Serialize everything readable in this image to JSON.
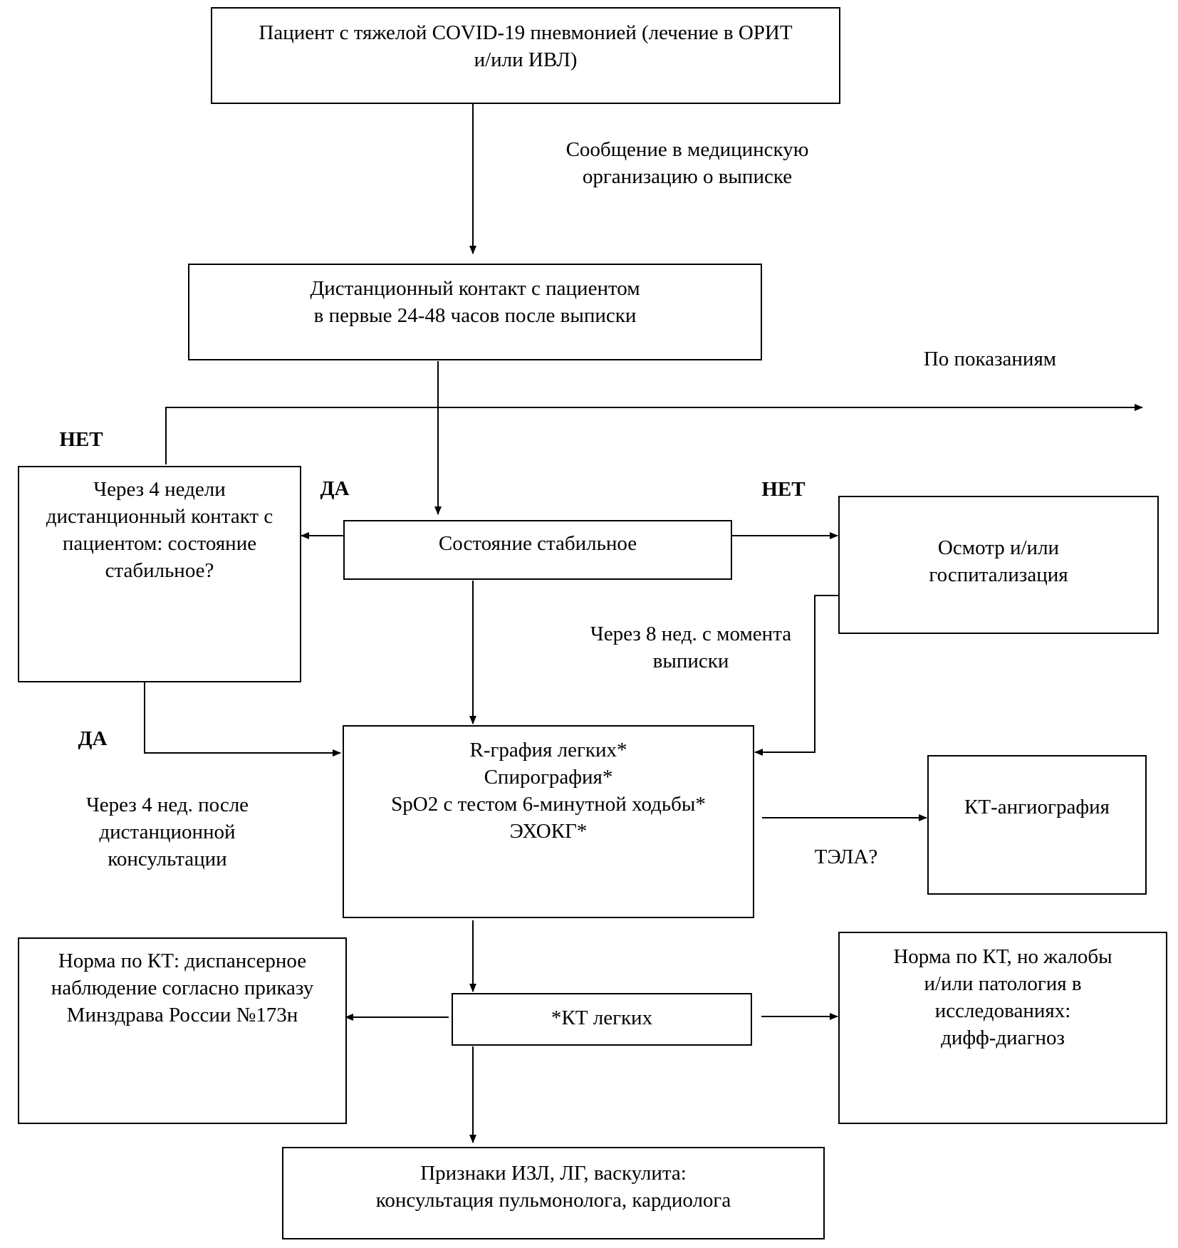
{
  "boxes": {
    "patient": [
      "Пациент с тяжелой COVID-19 пневмонией (лечение в ОРИТ",
      "и/или ИВЛ)"
    ],
    "remote_contact": [
      "Дистанционный контакт с пациентом",
      "в первые 24-48 часов после выписки"
    ],
    "four_weeks": [
      "Через 4 недели",
      "дистанционный контакт с",
      "пациентом: состояние",
      "стабильное?"
    ],
    "stable": [
      "Состояние стабильное"
    ],
    "exam": [
      "Осмотр и/или",
      "госпитализация"
    ],
    "tests": [
      "R-графия легких*",
      "Спирография*",
      "SpO2 с тестом 6-минутной ходьбы*",
      "ЭХОКГ*"
    ],
    "ct_angio": [
      "КТ-ангиография"
    ],
    "ct_norm_left": [
      "Норма по КТ: диспансерное",
      "наблюдение согласно приказу",
      "Минздрава России №173н"
    ],
    "ct_lungs": [
      "*КТ легких"
    ],
    "ct_norm_right": [
      "Норма по КТ, но жалобы",
      "и/или патология в",
      "исследованиях:",
      "дифф-диагноз"
    ],
    "ild_signs": [
      "Признаки ИЗЛ, ЛГ, васкулита:",
      "консультация пульмонолога, кардиолога"
    ]
  },
  "labels": {
    "notify": [
      "Сообщение в медицинскую",
      "организацию о выписке"
    ],
    "by_indication": "По показаниям",
    "no_left": "НЕТ",
    "yes_top": "ДА",
    "no_right": "НЕТ",
    "after_8_weeks": [
      "Через 8 нед. с момента",
      "выписки"
    ],
    "yes_bottom": "ДА",
    "after_4_weeks": [
      "Через 4 нед. после",
      "дистанционной",
      "консультации"
    ],
    "pe_question": "ТЭЛА?"
  }
}
